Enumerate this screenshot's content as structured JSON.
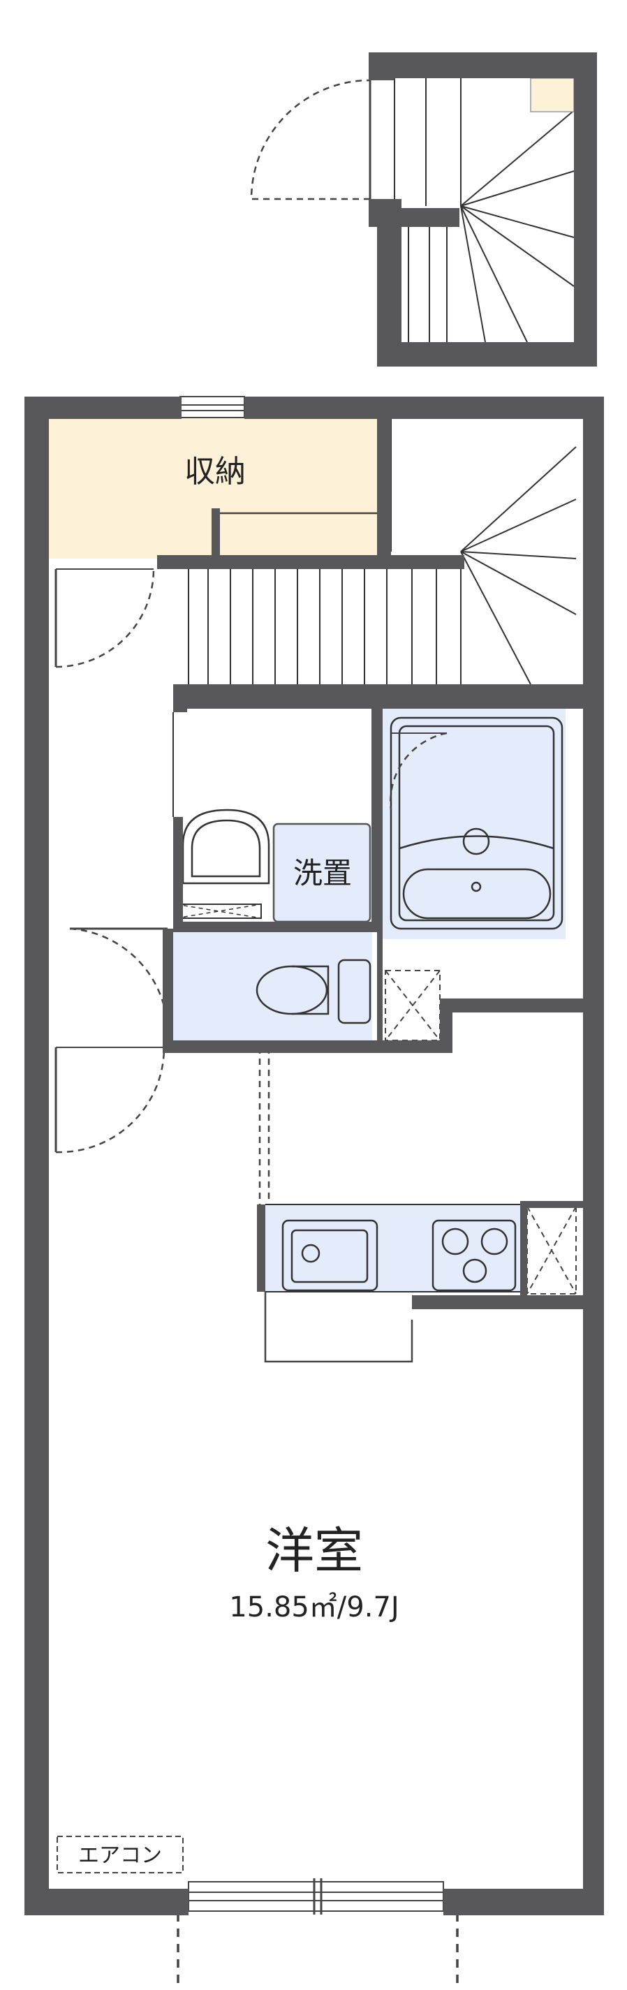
{
  "labels": {
    "storage": "収納",
    "washer": "洗置",
    "room": "洋室",
    "area": "15.85㎡/9.7J",
    "aircon": "エアコン"
  },
  "colors": {
    "wall": "#58585a",
    "storage_fill": "#fdf1d8",
    "wet_fill": "#e4ecfb",
    "line": "#333333"
  }
}
